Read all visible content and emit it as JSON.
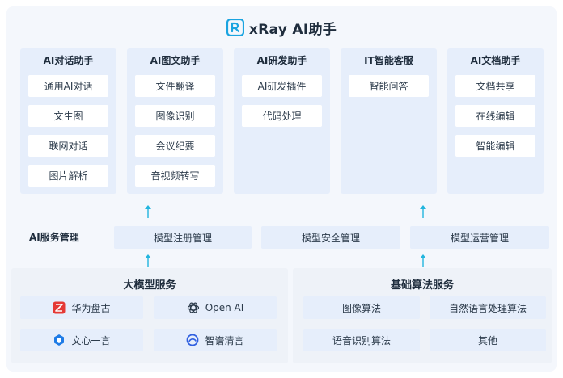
{
  "title": "xRay AI助手",
  "colors": {
    "accent": "#1aa4e0",
    "arrow": "#22b5de",
    "panel": "#e6eefb"
  },
  "columns": [
    {
      "title": "AI对话助手",
      "items": [
        "通用AI对话",
        "文生图",
        "联网对话",
        "图片解析"
      ]
    },
    {
      "title": "AI图文助手",
      "items": [
        "文件翻译",
        "图像识别",
        "会议纪要",
        "音视频转写"
      ]
    },
    {
      "title": "AI研发助手",
      "items": [
        "AI研发插件",
        "代码处理"
      ]
    },
    {
      "title": "IT智能客服",
      "items": [
        "智能问答"
      ]
    },
    {
      "title": "AI文档助手",
      "items": [
        "文档共享",
        "在线编辑",
        "智能编辑"
      ]
    }
  ],
  "management": {
    "label": "AI服务管理",
    "items": [
      "模型注册管理",
      "模型安全管理",
      "模型运营管理"
    ]
  },
  "model_services": {
    "title": "大模型服务",
    "items": [
      {
        "label": "华为盘古",
        "icon": "huawei-pangu-icon"
      },
      {
        "label": "Open AI",
        "icon": "openai-icon"
      },
      {
        "label": "文心一言",
        "icon": "wenxin-icon"
      },
      {
        "label": "智谱清言",
        "icon": "zhipu-icon"
      }
    ]
  },
  "algorithm_services": {
    "title": "基础算法服务",
    "items": [
      "图像算法",
      "自然语言处理算法",
      "语音识别算法",
      "其他"
    ]
  }
}
